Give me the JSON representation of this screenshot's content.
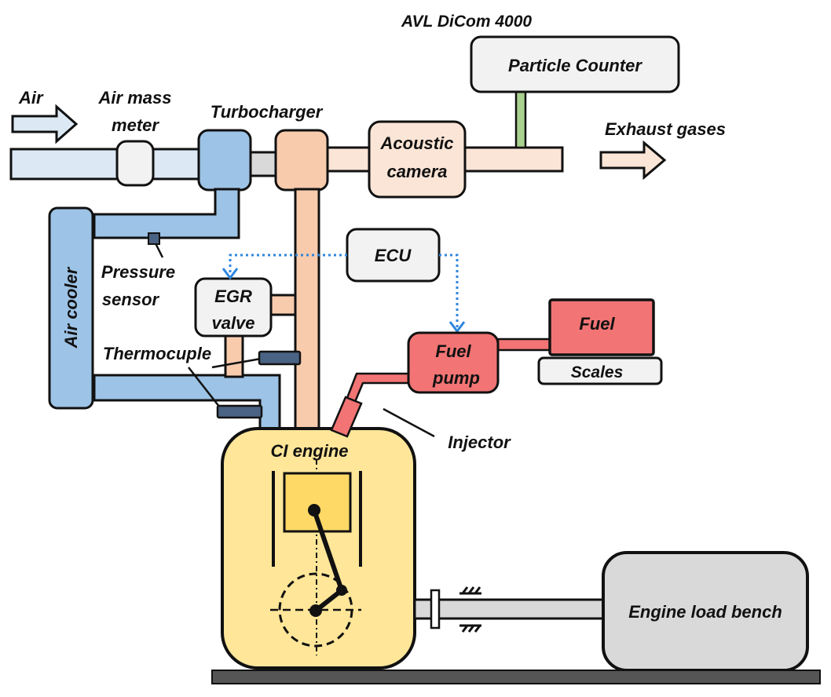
{
  "labels": {
    "avl": "AVL DiCom 4000",
    "particle_counter": "Particle Counter",
    "air": "Air",
    "air_mass_meter_1": "Air mass",
    "air_mass_meter_2": "meter",
    "turbocharger": "Turbocharger",
    "acoustic_camera_1": "Acoustic",
    "acoustic_camera_2": "camera",
    "exhaust_gases": "Exhaust gases",
    "air_cooler": "Air cooler",
    "ecu": "ECU",
    "pressure_sensor_1": "Pressure",
    "pressure_sensor_2": "sensor",
    "egr_valve_1": "EGR",
    "egr_valve_2": "valve",
    "fuel": "Fuel",
    "scales": "Scales",
    "thermocouple": "Thermocuple",
    "fuel_pump_1": "Fuel",
    "fuel_pump_2": "pump",
    "injector": "Injector",
    "ci_engine": "CI engine",
    "engine_load_bench": "Engine load bench"
  },
  "colors": {
    "intake": "#dce9f5",
    "intake_dark": "#9dc3e6",
    "exhaust": "#f8cbad",
    "exhaust_light": "#fbe5d6",
    "device": "#f2f2f2",
    "fuel": "#f27474",
    "engine": "#ffe699",
    "piston": "#ffd966",
    "bench": "#d9d9d9",
    "ecu_line": "#2e86de",
    "sensor": "#4a6283",
    "stem": "#a9d18e"
  }
}
